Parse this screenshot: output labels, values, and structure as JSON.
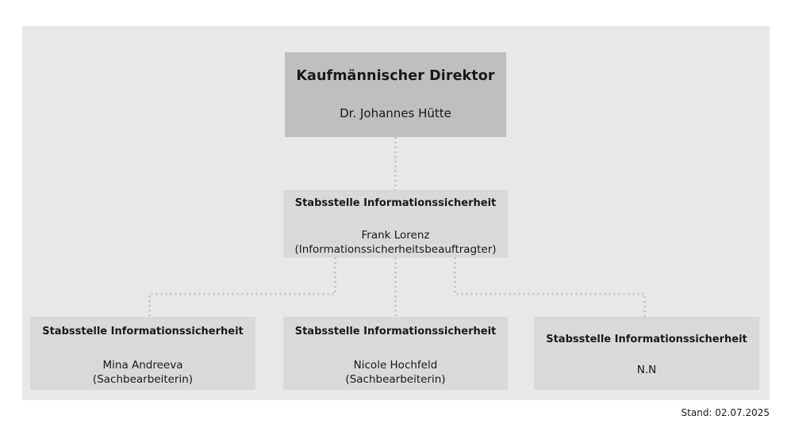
{
  "chart_title": "Stabsstelle Informationssicherheit",
  "footer": {
    "revision_label": "Stand: 02.07.2025"
  },
  "colors": {
    "page_background": "#ffffff",
    "panel_background": "#e8e8e8",
    "root_box_fill": "#bfbfbf",
    "node_box_fill": "#d9d9d9",
    "connector": "#c4c4c4",
    "text": "#1a1a1a"
  },
  "org": {
    "root": {
      "title": "Kaufmännischer Direktor",
      "person": "Dr. Johannes Hütte"
    },
    "staff_unit": {
      "title": "Stabsstelle Informationssicherheit",
      "person": "Frank Lorenz",
      "role": "(Informationssicherheitsbeauftragter)"
    },
    "children": [
      {
        "title": "Stabsstelle Informationssicherheit",
        "person": "Mina Andreeva",
        "role": "(Sachbearbeiterin)"
      },
      {
        "title": "Stabsstelle Informationssicherheit",
        "person": "Nicole Hochfeld",
        "role": "(Sachbearbeiterin)"
      },
      {
        "title": "Stabsstelle Informationssicherheit",
        "person": "N.N",
        "role": ""
      }
    ]
  }
}
